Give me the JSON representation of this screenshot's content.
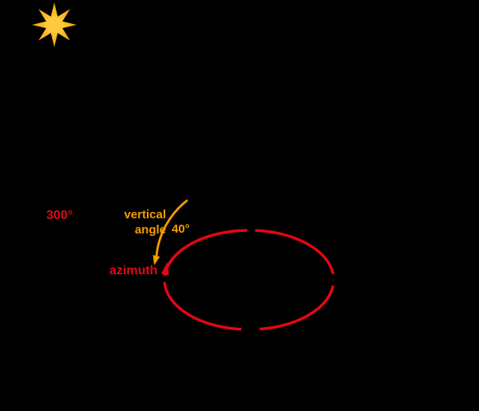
{
  "diagram": {
    "labels": {
      "azimuth_value": "300°",
      "vertical_angle_line1": "vertical",
      "vertical_angle_line2": "angle",
      "vertical_angle_value": "40°",
      "azimuth": "azimuth"
    },
    "icons": {
      "sun": "sun-icon"
    },
    "colors": {
      "red": "#e30613",
      "orange": "#f59c00",
      "sun_inner": "#ffc83d",
      "sun_outer": "#f39800",
      "background": "#000000"
    }
  }
}
